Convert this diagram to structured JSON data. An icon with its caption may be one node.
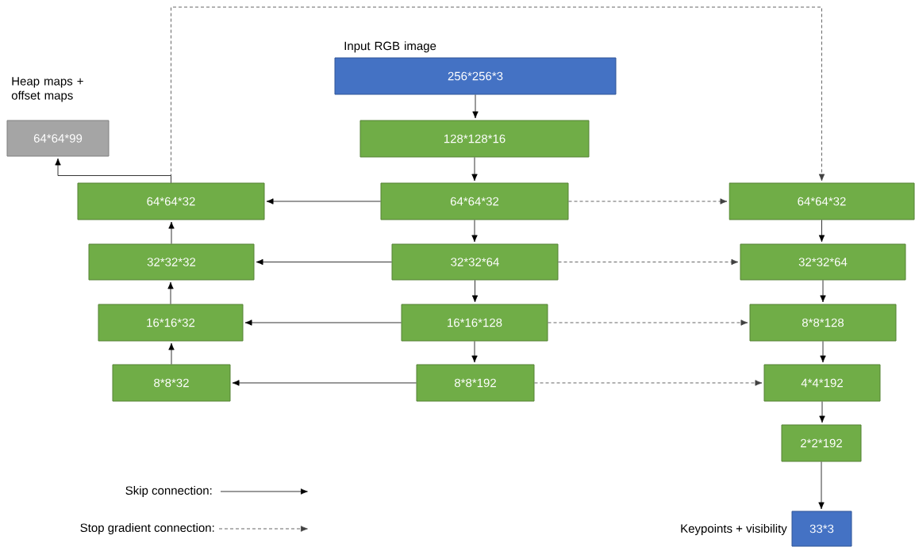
{
  "diagram": {
    "nodes": [
      {
        "text": [
          "Input RGB image",
          "256*256*3"
        ]
      },
      {
        "text": [
          "128*128*16"
        ]
      },
      {
        "text": [
          "64*64*32"
        ]
      },
      {
        "text": [
          "32*32*64"
        ]
      },
      {
        "text": [
          "16*16*128"
        ]
      },
      {
        "text": [
          "8*8*192"
        ]
      },
      {
        "text": [
          "64*64*32"
        ]
      },
      {
        "text": [
          "32*32*32"
        ]
      },
      {
        "text": [
          "16*16*32"
        ]
      },
      {
        "text": [
          "8*8*32"
        ]
      },
      {
        "text": [
          "Heap maps + offset maps",
          "64*64*99"
        ]
      },
      {
        "text": [
          "64*64*32"
        ]
      },
      {
        "text": [
          "32*32*64"
        ]
      },
      {
        "text": [
          "8*8*128"
        ]
      },
      {
        "text": [
          "4*4*192"
        ]
      },
      {
        "text": [
          "2*2*192"
        ]
      },
      {
        "text": [
          "33*3"
        ],
        "beside": [
          "Keypoints + visibility"
        ]
      }
    ],
    "edges": [
      {
        "from": 0,
        "to": 1,
        "arrow": "to"
      },
      {
        "from": 1,
        "to": 2,
        "arrow": "to"
      },
      {
        "from": 2,
        "to": 3,
        "arrow": "to"
      },
      {
        "from": 3,
        "to": 4,
        "arrow": "to"
      },
      {
        "from": 4,
        "to": 5,
        "arrow": "to"
      },
      {
        "from": 2,
        "to": 6,
        "arrow": "to"
      },
      {
        "from": 3,
        "to": 7,
        "arrow": "to"
      },
      {
        "from": 4,
        "to": 8,
        "arrow": "to"
      },
      {
        "from": 5,
        "to": 9,
        "arrow": "to"
      },
      {
        "from": 9,
        "to": 8,
        "arrow": "to"
      },
      {
        "from": 8,
        "to": 7,
        "arrow": "to"
      },
      {
        "from": 7,
        "to": 6,
        "arrow": "to"
      },
      {
        "from": 6,
        "to": 10,
        "arrow": "to"
      },
      {
        "from": 6,
        "to": 11,
        "arrow": "to",
        "style": "dashed"
      },
      {
        "from": 2,
        "to": 11,
        "arrow": "to",
        "style": "dashed"
      },
      {
        "from": 3,
        "to": 12,
        "arrow": "to",
        "style": "dashed"
      },
      {
        "from": 4,
        "to": 13,
        "arrow": "to",
        "style": "dashed"
      },
      {
        "from": 5,
        "to": 14,
        "arrow": "to",
        "style": "dashed"
      },
      {
        "from": 11,
        "to": 12,
        "arrow": "to"
      },
      {
        "from": 12,
        "to": 13,
        "arrow": "to"
      },
      {
        "from": 13,
        "to": 14,
        "arrow": "to"
      },
      {
        "from": 14,
        "to": 15,
        "arrow": "to"
      },
      {
        "from": 15,
        "to": 16,
        "arrow": "to"
      }
    ],
    "legend": [
      {
        "text": "Skip connection:"
      },
      {
        "text": "Stop gradient connection:"
      }
    ]
  }
}
